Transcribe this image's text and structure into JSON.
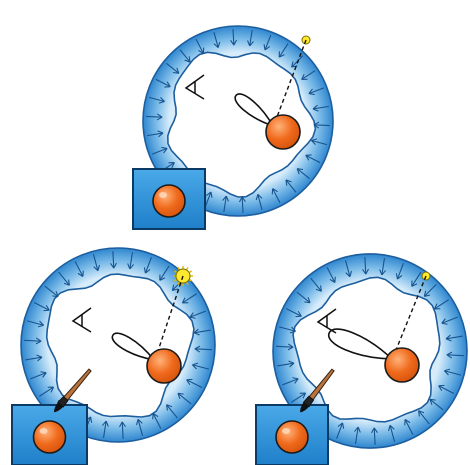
{
  "colors": {
    "ring_outer": "#1f6fb8",
    "ring_inner": "#cfe6f7",
    "ring_mid": "#6fb0e3",
    "ring_stroke": "#1d5e9e",
    "arrow": "#17548f",
    "ball_fill": "#f06a1c",
    "ball_stroke": "#1b1b1b",
    "ball_highlight": "#ffd6b8",
    "swatch_fill": "#2c93d8",
    "swatch_stroke": "#0c3a66",
    "sun": "#ffe92e",
    "ink": "#111111",
    "brush_handle": "#b9733d"
  },
  "scenes": [
    {
      "id": "top",
      "has_brush": false,
      "sun_size": "small",
      "lobe": "narrow"
    },
    {
      "id": "bottom-left",
      "has_brush": true,
      "sun_size": "large",
      "lobe": "narrow"
    },
    {
      "id": "bottom-right",
      "has_brush": true,
      "sun_size": "small",
      "lobe": "wide"
    }
  ]
}
